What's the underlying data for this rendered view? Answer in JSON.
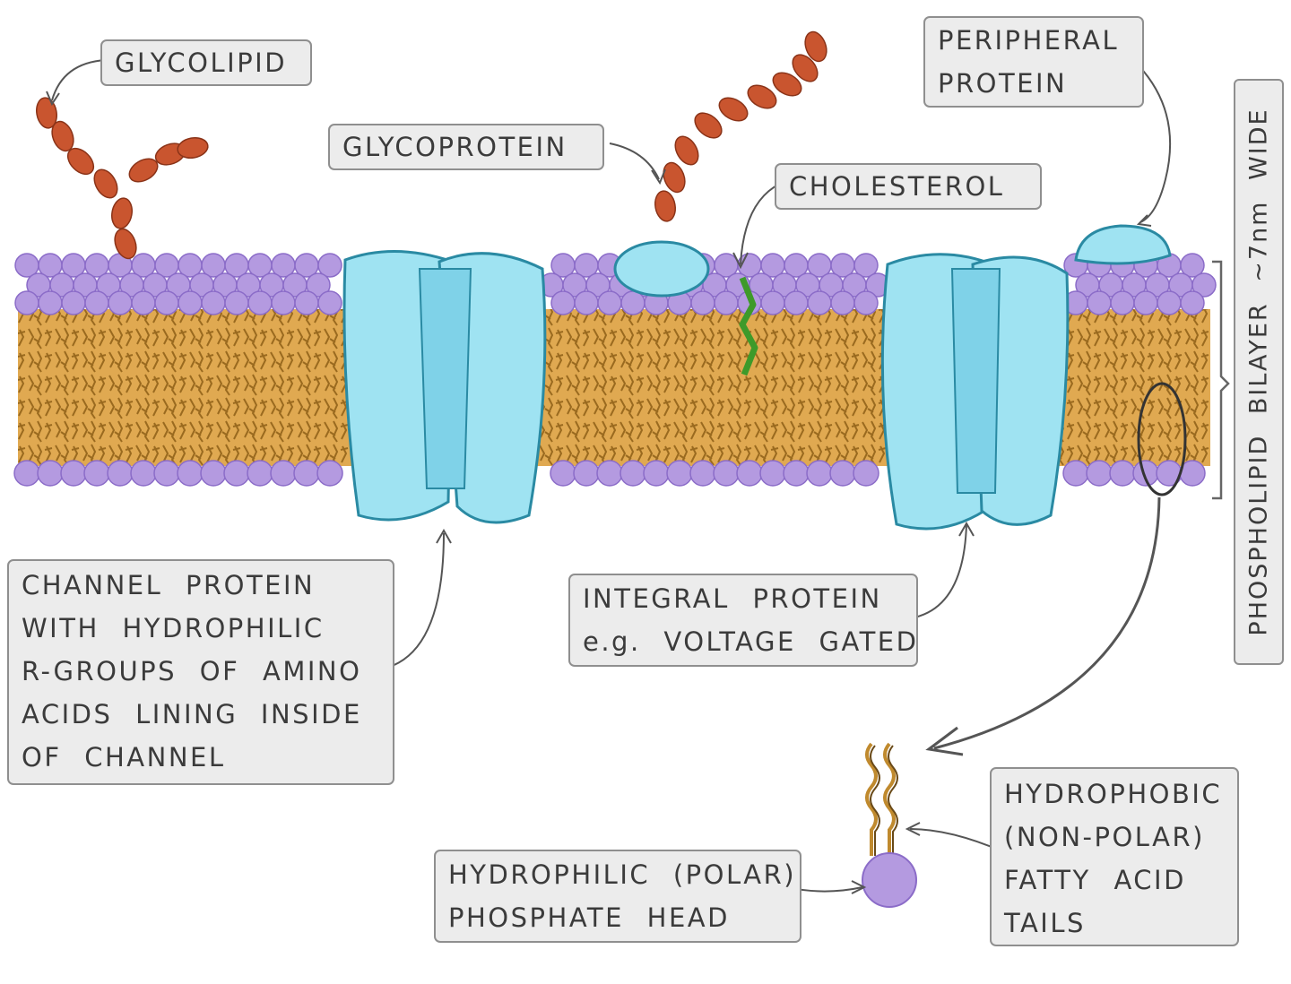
{
  "labels": {
    "glycolipid": [
      "GLYCOLIPID"
    ],
    "glycoprotein": [
      "GLYCOPROTEIN"
    ],
    "cholesterol": [
      "CHOLESTEROL"
    ],
    "peripheral_protein": [
      "PERIPHERAL",
      "PROTEIN"
    ],
    "channel_protein": [
      "CHANNEL PROTEIN",
      "WITH HYDROPHILIC",
      "R-GROUPS OF AMINO",
      "ACIDS LINING INSIDE",
      "OF CHANNEL"
    ],
    "integral_protein": [
      "INTEGRAL PROTEIN",
      "e.g. VOLTAGE GATED"
    ],
    "hydrophilic_head": [
      "HYDROPHILIC (POLAR)",
      "PHOSPHATE HEAD"
    ],
    "hydrophobic_tails": [
      "HYDROPHOBIC",
      "(NON-POLAR)",
      "FATTY ACID",
      "TAILS"
    ],
    "bilayer_width": "PHOSPHOLIPID BILAYER ~7nm WIDE"
  },
  "colors": {
    "phosphate_head": "#b49ae0",
    "phosphate_head_outline": "#8b6cc8",
    "tail_region": "#e0a951",
    "tail_texture": "#9a6a1f",
    "protein": "#9fe3f2",
    "protein_outline": "#2a8aa3",
    "sugar_bead": "#c9552f",
    "cholesterol": "#3e9a2a",
    "label_fill": "#ececec",
    "label_border": "#8f8f8f",
    "arrow": "#555555"
  }
}
